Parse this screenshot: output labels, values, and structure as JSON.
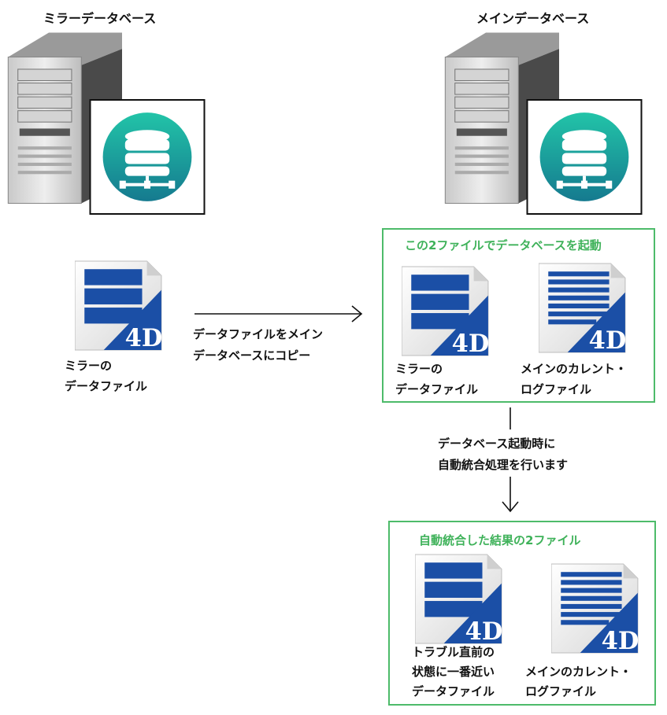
{
  "mirror": {
    "title": "ミラーデータベース",
    "file_label_line1": "ミラーの",
    "file_label_line2": "データファイル"
  },
  "main": {
    "title": "メインデータベース"
  },
  "copy_arrow": {
    "line1": "データファイルをメイン",
    "line2": "データベースにコピー"
  },
  "startup_box": {
    "title": "この2ファイルでデータベースを起動",
    "data_file_line1": "ミラーの",
    "data_file_line2": "データファイル",
    "log_file_line1": "メインのカレント・",
    "log_file_line2": "ログファイル"
  },
  "merge_step": {
    "line1": "データベース起動時に",
    "line2": "自動統合処理を行います"
  },
  "result_box": {
    "title": "自動統合した結果の2ファイル",
    "data_file_line1": "トラブル直前の",
    "data_file_line2": "状態に一番近い",
    "data_file_line3": "データファイル",
    "log_file_line1": "メインのカレント・",
    "log_file_line2": "ログファイル"
  },
  "colors": {
    "accent_green": "#4dbb6a",
    "teal": "#1aa59b",
    "doc_blue": "#1b4fa6"
  }
}
